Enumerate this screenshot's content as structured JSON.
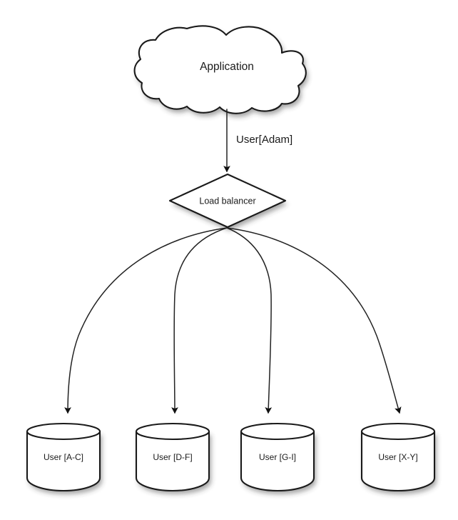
{
  "diagram": {
    "title": "Application load balancer user sharding diagram",
    "background_color": "#ffffff",
    "stroke_color": "#1a1a1a",
    "fill_color": "#ffffff",
    "nodes": {
      "cloud": {
        "label": "Application",
        "shape": "cloud"
      },
      "diamond": {
        "label": "Load balancer",
        "shape": "diamond"
      },
      "databases": [
        {
          "label": "User [A-C]",
          "shape": "cylinder"
        },
        {
          "label": "User [D-F]",
          "shape": "cylinder"
        },
        {
          "label": "User [G-I]",
          "shape": "cylinder"
        },
        {
          "label": "User [X-Y]",
          "shape": "cylinder"
        }
      ]
    },
    "edges": {
      "cloud_to_diamond": {
        "label": "User[Adam]",
        "style": "straight-arrow"
      },
      "diamond_to_databases": {
        "label": "",
        "style": "curved-arrow",
        "count": 4
      }
    }
  }
}
